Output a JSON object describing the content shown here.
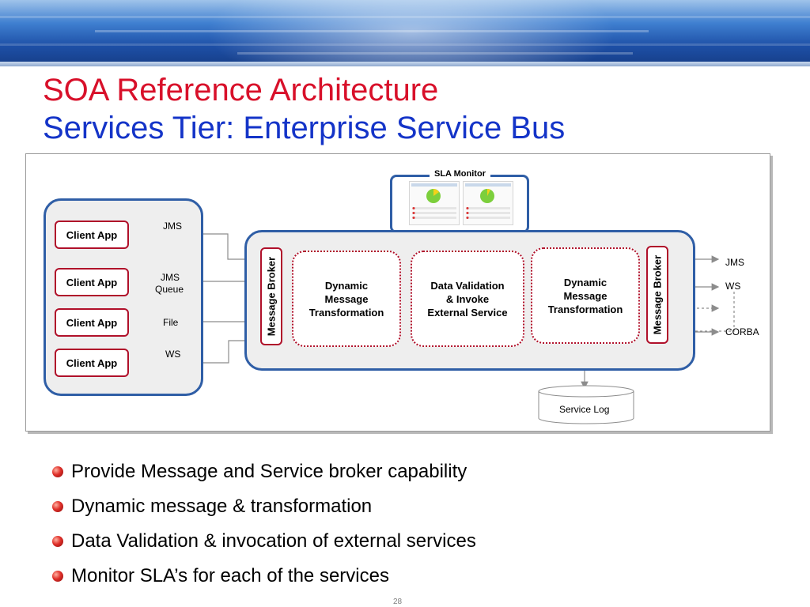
{
  "title_line1": "SOA Reference Architecture",
  "title_line2": "Services Tier: Enterprise Service Bus",
  "diagram": {
    "sla_monitor": "SLA Monitor",
    "client_apps": [
      "Client App",
      "Client App",
      "Client App",
      "Client App"
    ],
    "input_labels": {
      "jms": "JMS",
      "jms_queue_1": "JMS",
      "jms_queue_2": "Queue",
      "file": "File",
      "ws": "WS"
    },
    "message_broker_left": "Message Broker",
    "message_broker_right": "Message Broker",
    "process_1": [
      "Dynamic",
      "Message",
      "Transformation"
    ],
    "process_2": [
      "Data Validation",
      "& Invoke",
      "External Service"
    ],
    "process_3": [
      "Dynamic",
      "Message",
      "Transformation"
    ],
    "outputs": [
      "JMS",
      "WS",
      "CORBA"
    ],
    "service_log": "Service Log"
  },
  "bullets": [
    "Provide Message and Service broker capability",
    "Dynamic message & transformation",
    "Data Validation & invocation of external services",
    "Monitor SLA’s for each of the services"
  ],
  "page_number": "28",
  "colors": {
    "title_red": "#d8102a",
    "title_blue": "#1434c8",
    "panel_border": "#2f5ea6",
    "box_border": "#b0102a"
  }
}
